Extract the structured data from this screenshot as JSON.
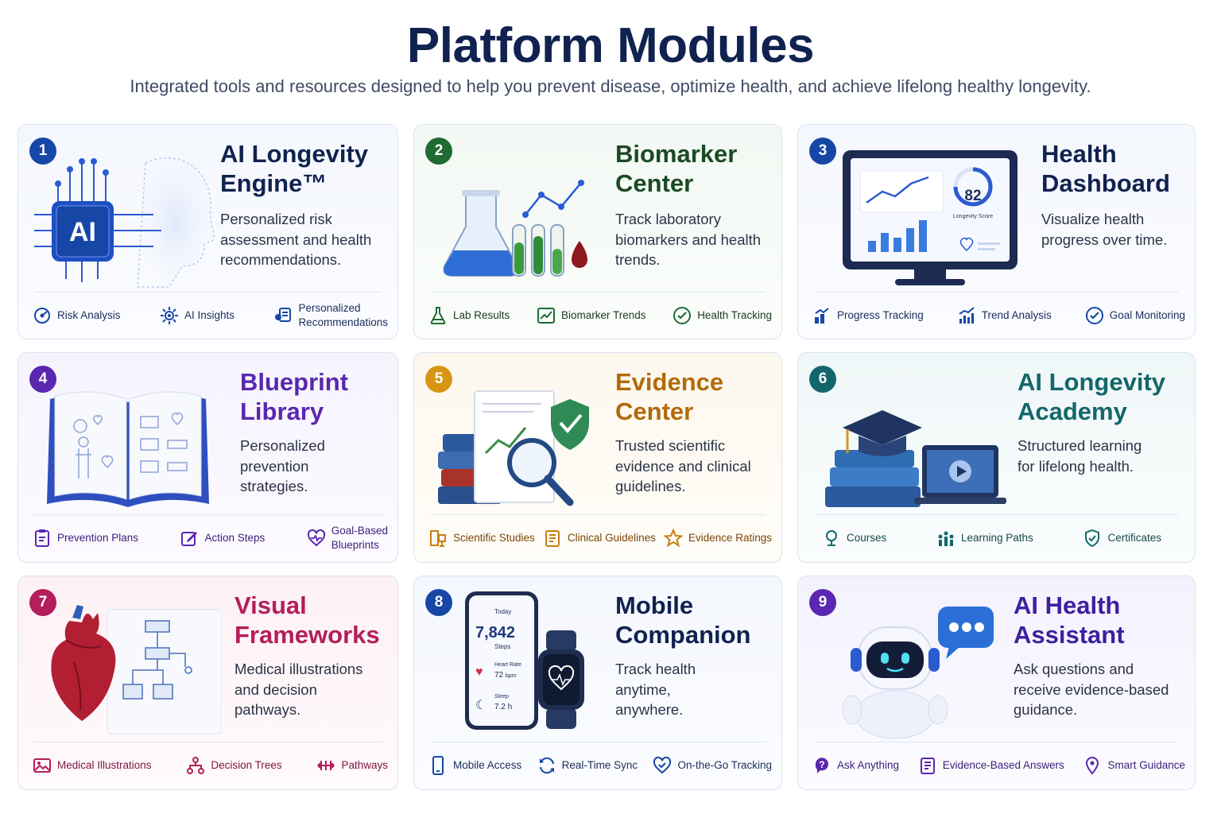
{
  "header": {
    "title": "Platform Modules",
    "subtitle": "Integrated tools and resources designed to help you prevent disease, optimize health, and achieve lifelong healthy longevity."
  },
  "colors": {
    "navy": "#10224f",
    "blue": "#1747a6",
    "green": "#1e6b34",
    "purple": "#5a27b0",
    "gold": "#b26a0a",
    "teal": "#13676b",
    "crimson": "#b41e5a"
  },
  "modules": [
    {
      "number": "1",
      "title": "AI Longevity Engine™",
      "description": "Personalized risk assessment and health recommendations.",
      "features": [
        {
          "label": "Risk Analysis",
          "icon": "risk-analysis-icon"
        },
        {
          "label": "AI Insights",
          "icon": "ai-insights-icon"
        },
        {
          "label": "Personalized\nRecommendations",
          "icon": "recommendations-icon"
        }
      ]
    },
    {
      "number": "2",
      "title": "Biomarker Center",
      "description": "Track laboratory biomarkers and health trends.",
      "features": [
        {
          "label": "Lab Results",
          "icon": "flask-icon"
        },
        {
          "label": "Biomarker Trends",
          "icon": "trend-chart-icon"
        },
        {
          "label": "Health Tracking",
          "icon": "heart-check-icon"
        }
      ]
    },
    {
      "number": "3",
      "title": "Health Dashboard",
      "description": "Visualize health progress over time.",
      "score": "82",
      "score_label": "Longevity Score",
      "features": [
        {
          "label": "Progress Tracking",
          "icon": "progress-icon"
        },
        {
          "label": "Trend Analysis",
          "icon": "bar-trend-icon"
        },
        {
          "label": "Goal Monitoring",
          "icon": "goal-check-icon"
        }
      ]
    },
    {
      "number": "4",
      "title": "Blueprint Library",
      "description": "Personalized prevention strategies.",
      "features": [
        {
          "label": "Prevention Plans",
          "icon": "clipboard-icon"
        },
        {
          "label": "Action Steps",
          "icon": "edit-icon"
        },
        {
          "label": "Goal-Based\nBlueprints",
          "icon": "heart-pulse-icon"
        }
      ]
    },
    {
      "number": "5",
      "title": "Evidence Center",
      "description": "Trusted scientific evidence and clinical guidelines.",
      "features": [
        {
          "label": "Scientific Studies",
          "icon": "studies-icon"
        },
        {
          "label": "Clinical Guidelines",
          "icon": "document-list-icon"
        },
        {
          "label": "Evidence Ratings",
          "icon": "star-icon"
        }
      ]
    },
    {
      "number": "6",
      "title": "AI Longevity Academy",
      "description": "Structured learning for lifelong health.",
      "features": [
        {
          "label": "Courses",
          "icon": "course-pin-icon"
        },
        {
          "label": "Learning Paths",
          "icon": "learners-icon"
        },
        {
          "label": "Certificates",
          "icon": "shield-check-icon"
        }
      ]
    },
    {
      "number": "7",
      "title": "Visual Frameworks",
      "description": "Medical illustrations and decision pathways.",
      "features": [
        {
          "label": "Medical Illustrations",
          "icon": "image-icon"
        },
        {
          "label": "Decision Trees",
          "icon": "tree-icon"
        },
        {
          "label": "Pathways",
          "icon": "pathways-icon"
        }
      ]
    },
    {
      "number": "8",
      "title": "Mobile Companion",
      "description": "Track health anytime, anywhere.",
      "phone": {
        "day": "Today",
        "steps": "7,842",
        "steps_label": "Steps",
        "hr_label": "Heart Rate",
        "hr_value": "72",
        "hr_unit": "bpm",
        "sleep_label": "Sleep",
        "sleep_value": "7.2 h"
      },
      "features": [
        {
          "label": "Mobile Access",
          "icon": "phone-icon"
        },
        {
          "label": "Real-Time Sync",
          "icon": "sync-icon"
        },
        {
          "label": "On-the-Go Tracking",
          "icon": "heart-shield-icon"
        }
      ]
    },
    {
      "number": "9",
      "title": "AI Health Assistant",
      "description": "Ask questions and receive evidence-based guidance.",
      "features": [
        {
          "label": "Ask Anything",
          "icon": "question-icon"
        },
        {
          "label": "Evidence-Based Answers",
          "icon": "notes-icon"
        },
        {
          "label": "Smart Guidance",
          "icon": "location-icon"
        }
      ]
    }
  ]
}
